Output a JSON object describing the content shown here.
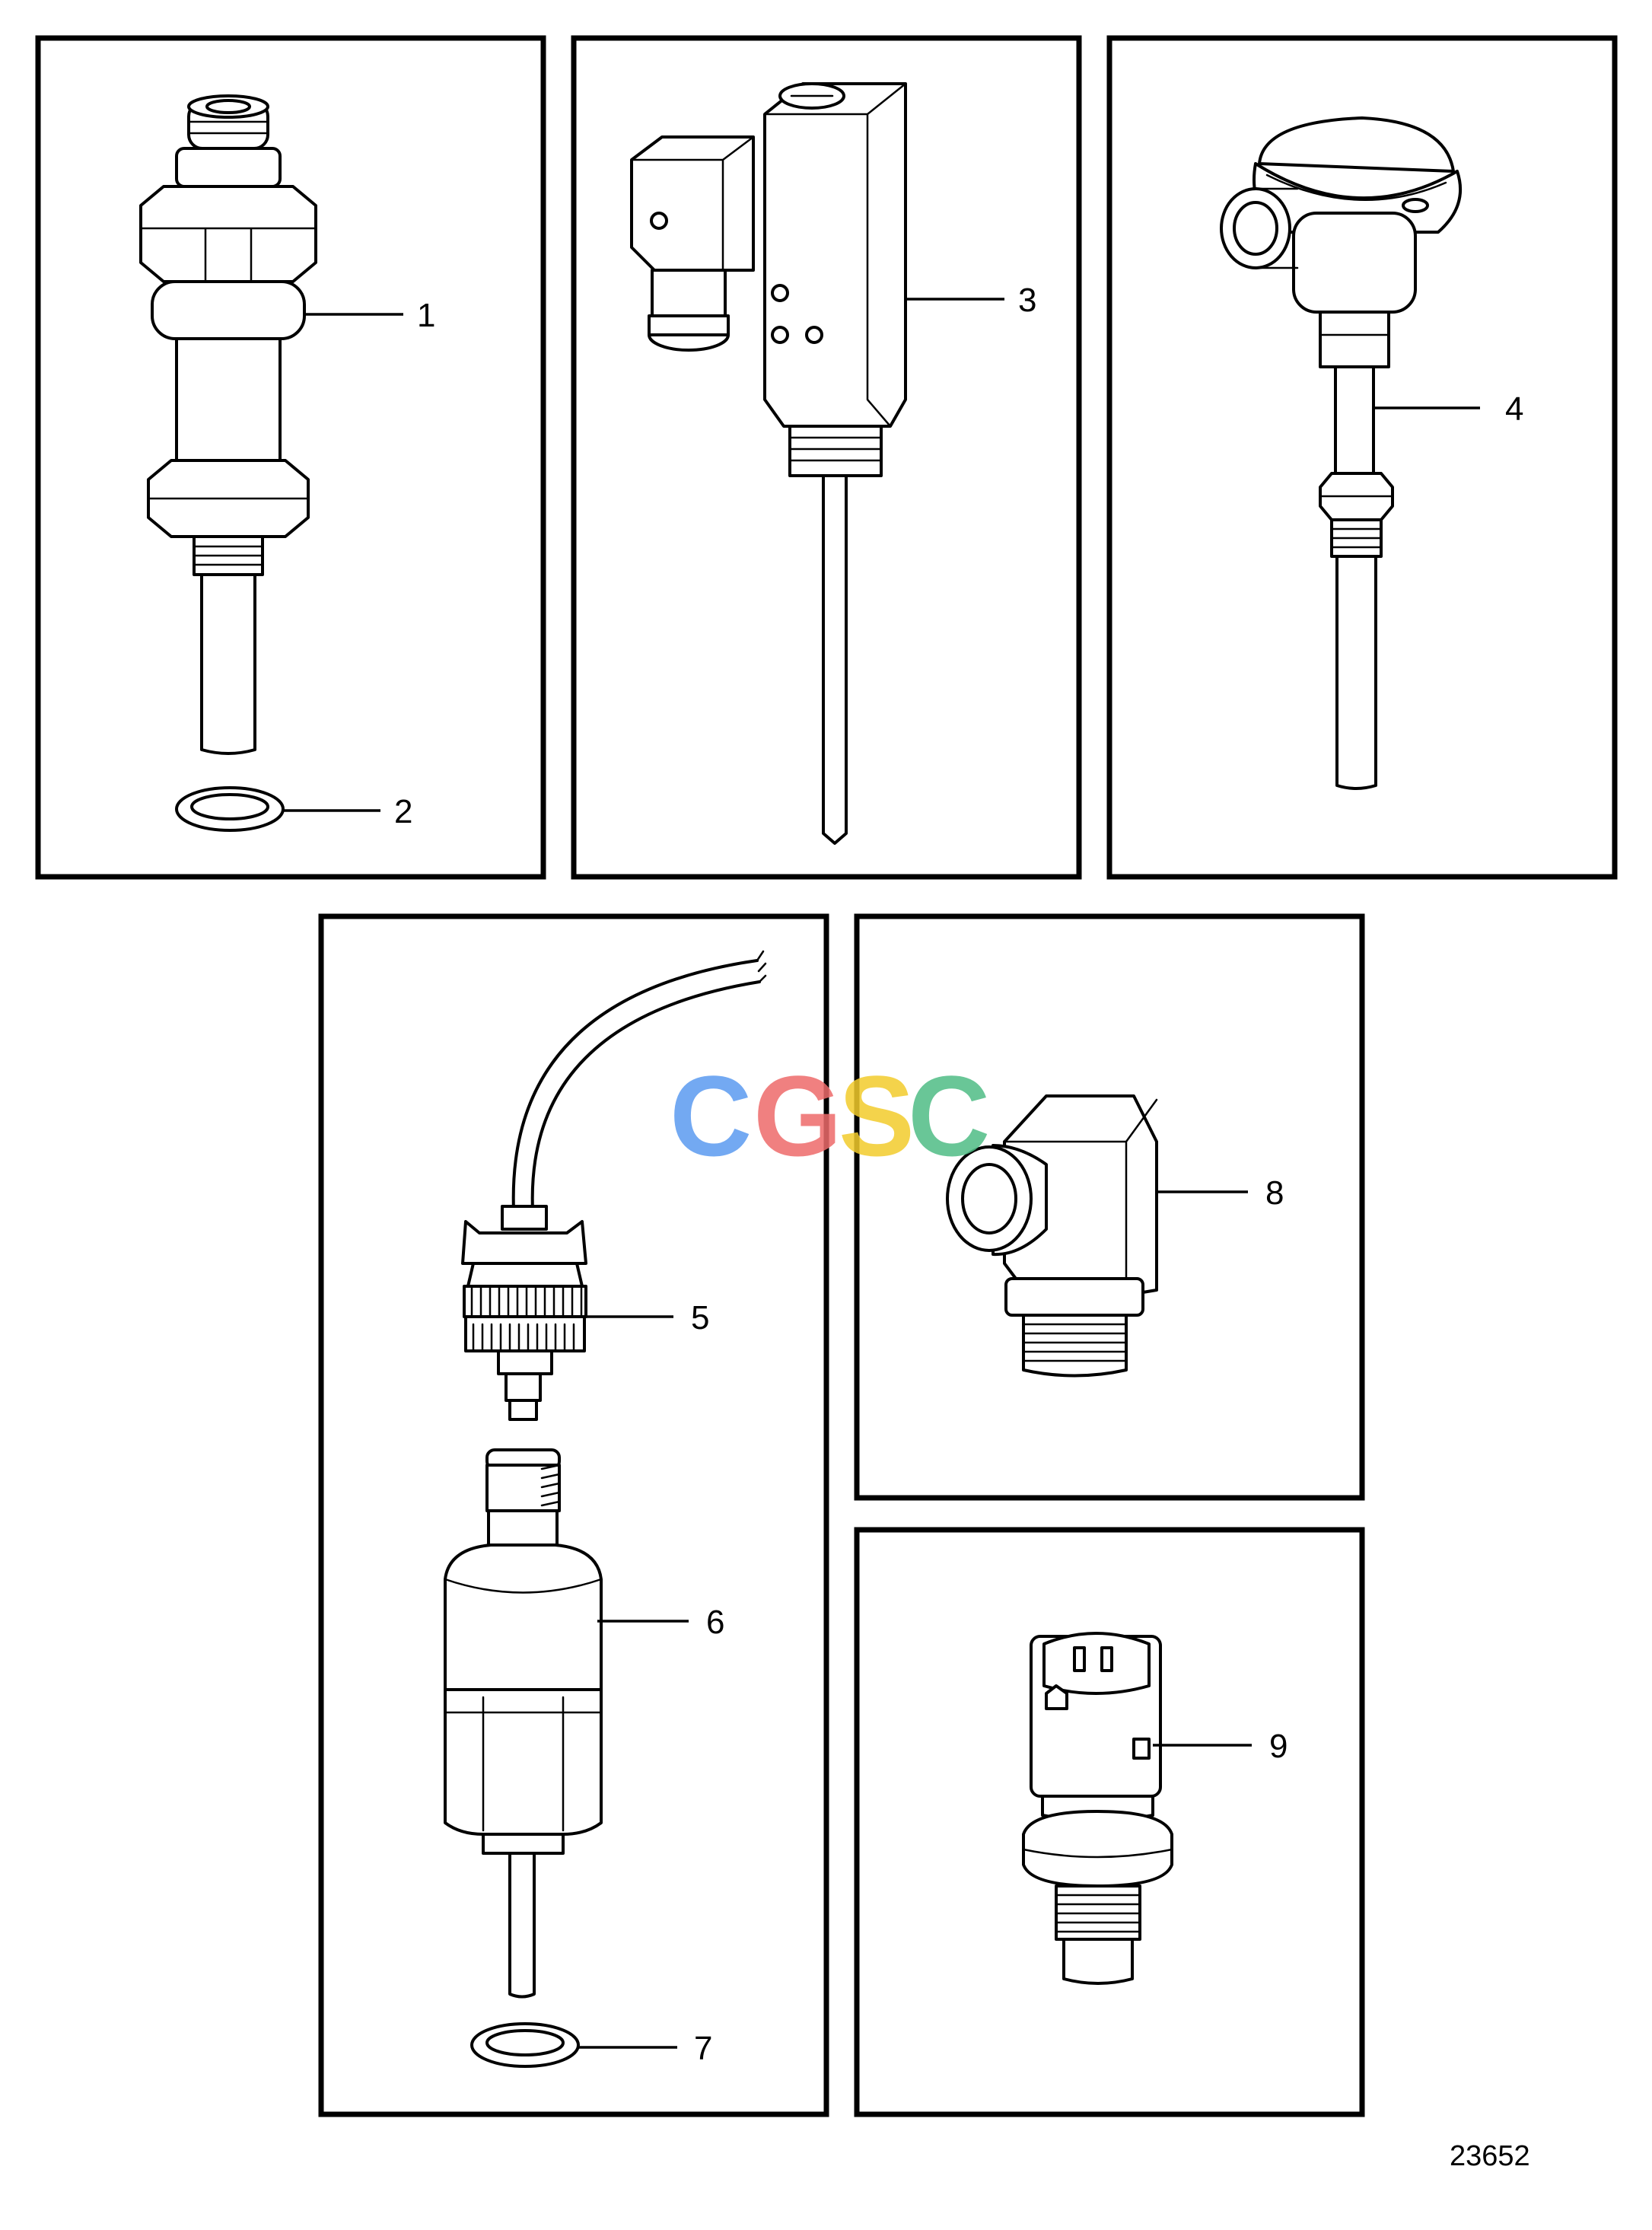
{
  "callouts": [
    "1",
    "2",
    "3",
    "4",
    "5",
    "6",
    "7",
    "8",
    "9"
  ],
  "figure_number": "23652",
  "watermark": {
    "letters": [
      "C",
      "G",
      "S",
      "C"
    ],
    "colors": [
      "#5b9bf0",
      "#ee6b6b",
      "#f3cc2c",
      "#4fbd85"
    ]
  },
  "line_color": "#000000"
}
